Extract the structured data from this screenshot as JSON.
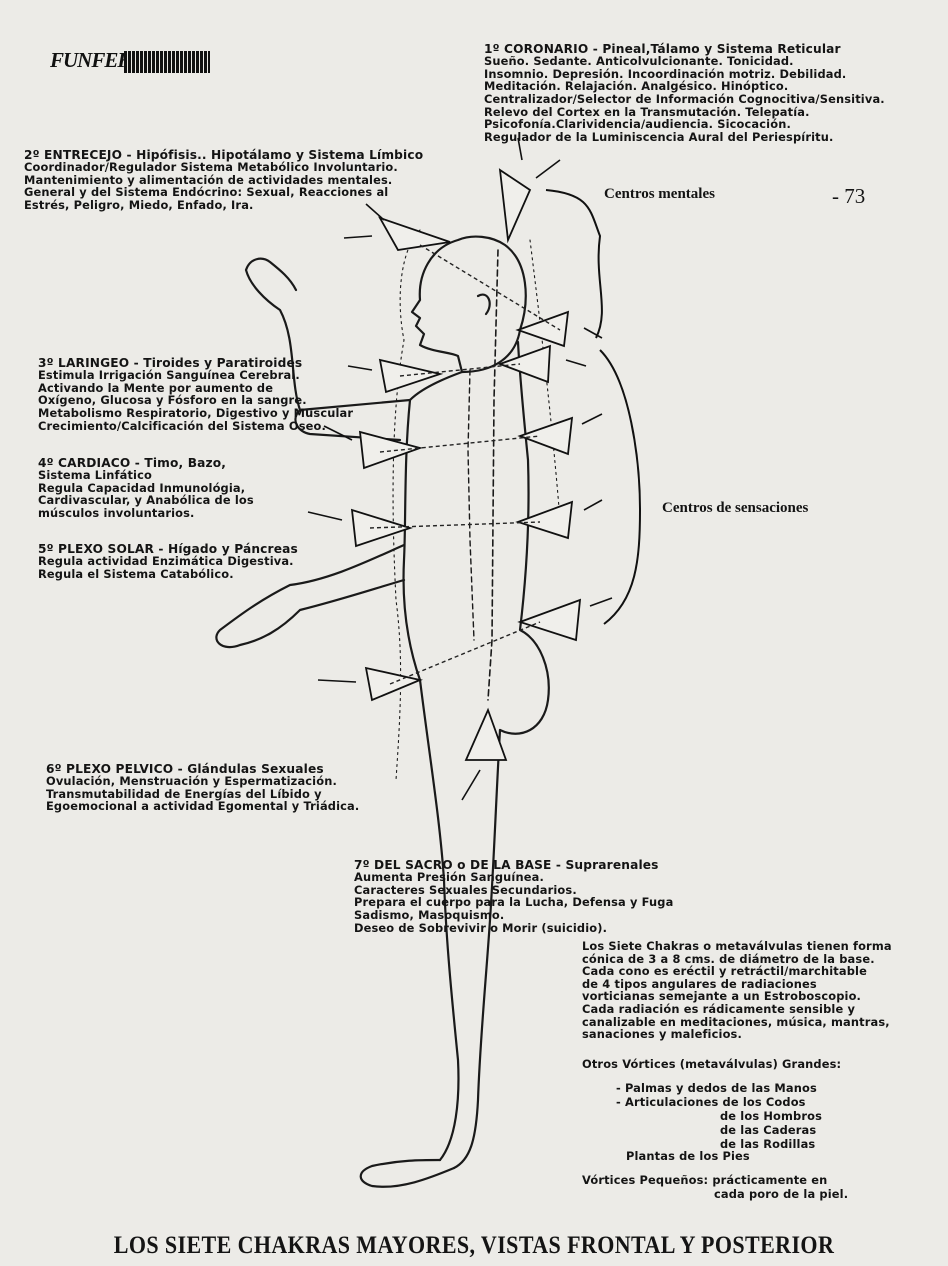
{
  "logo_text": "FUNFEH",
  "page_number": "- 73",
  "chakras": {
    "c1": {
      "heading": "1º CORONARIO - Pineal,Tálamo y Sistema Reticular",
      "body": "Sueño. Sedante. Anticolvulcionante. Tonicidad.\nInsomnio. Depresión. Incoordinación motriz. Debilidad.\nMeditación. Relajación. Analgésico. Hinóptico.\nCentralizador/Selector de Información Cognocitiva/Sensitiva.\nRelevo del Cortex en la Transmutación. Telepatía.\nPsicofonía.Clarividencia/audiencia. Sicocación.\nRegulador de la Luminiscencia Aural del Periespíritu."
    },
    "c2": {
      "heading": "2º ENTRECEJO - Hipófisis.. Hipotálamo y Sistema Límbico",
      "body": "Coordinador/Regulador Sistema Metabólico Involuntario.\nMantenimiento y alimentación de actividades mentales.\nGeneral y del Sistema Endócrino: Sexual, Reacciones al\nEstrés, Peligro, Miedo, Enfado, Ira."
    },
    "c3": {
      "heading": "3º LARINGEO - Tiroides y Paratiroides",
      "body": "Estimula Irrigación Sanguínea Cerebral.\nActivando la Mente por aumento de\nOxígeno, Glucosa y Fósforo en la sangre.\nMetabolismo Respiratorio, Digestivo y Muscular\nCrecimiento/Calcificación del Sistema Oseo."
    },
    "c4": {
      "heading": "4º CARDIACO - Timo, Bazo,",
      "body": "Sistema Linfático\nRegula Capacidad Inmunológia,\nCardivascular, y Anabólica de los\nmúsculos involuntarios."
    },
    "c5": {
      "heading": "5º PLEXO SOLAR - Hígado y Páncreas",
      "body": "Regula actividad Enzimática Digestiva.\nRegula el Sistema Catabólico."
    },
    "c6": {
      "heading": "6º PLEXO PELVICO - Glándulas Sexuales",
      "body": "Ovulación, Menstruación y Espermatización.\nTransmutabilidad de Energías del Líbido y\nEgoemocional a actividad Egomental y Triádica."
    },
    "c7": {
      "heading": "7º DEL SACRO o DE LA BASE - Suprarenales",
      "body": "Aumenta Presión Sanguínea.\nCaracteres Sexuales Secundarios.\nPrepara el cuerpo para la Lucha, Defensa y Fuga\nSadismo, Masoquismo.\nDeseo de Sobrevivir o Morir (suicidio)."
    }
  },
  "centers": {
    "mental": "Centros mentales",
    "sensations": "Centros de sensaciones"
  },
  "description": "Los Siete Chakras o metaválvulas tienen forma\ncónica de 3 a 8 cms. de diámetro de la base.\nCada cono es eréctil y retráctil/marchitable\nde 4 tipos angulares de radiaciones\nvorticianas semejante a un Estroboscopio.\nCada radiación es rádicamente sensible y\ncanalizable en meditaciones, música, mantras,\nsanaciones y maleficios.",
  "other_vortices": {
    "title": "Otros Vórtices (metaválvulas) Grandes:",
    "items": [
      "- Palmas y dedos de las Manos",
      "- Articulaciones de los Codos",
      "de los Hombros",
      "de las Caderas",
      "de las Rodillas",
      "Plantas de los Pies"
    ],
    "small_label": "Vórtices Pequeños: prácticamente en",
    "small_body": "cada poro de la piel."
  },
  "caption": "LOS SIETE CHAKRAS MAYORES, VISTAS FRONTAL Y POSTERIOR"
}
